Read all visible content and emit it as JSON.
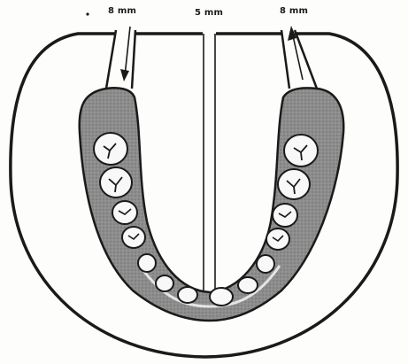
{
  "labels": {
    "left_channel": "8 mm",
    "center_gap": "5 mm",
    "right_channel": "8 mm"
  }
}
